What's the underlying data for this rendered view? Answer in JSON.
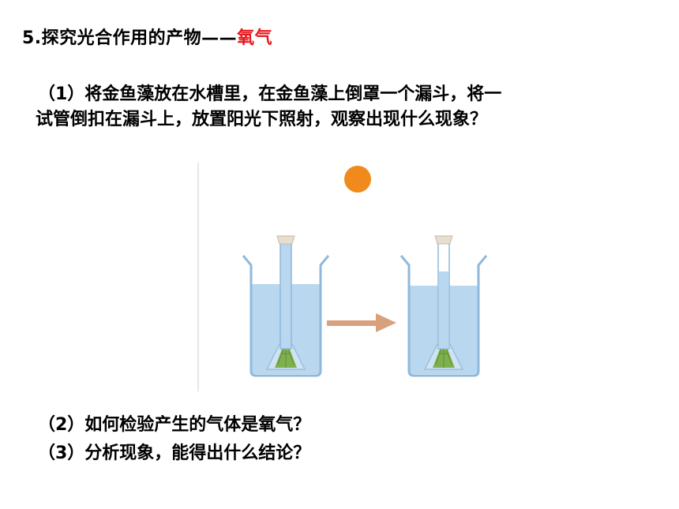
{
  "title": {
    "prefix": "5.探究光合作用的产物——",
    "highlight": "氧气"
  },
  "question1": {
    "line1": "（1）将金鱼藻放在水槽里，在金鱼藻上倒罩一个漏斗，将一",
    "line2": "试管倒扣在漏斗上，放置阳光下照射，观察出现什么现象？"
  },
  "question2": "（2）如何检验产生的气体是氧气？",
  "question3": "（3）分析现象，能得出什么结论？",
  "colors": {
    "highlight": "#e8161b",
    "sun": "#f08a1c",
    "water": "#b9d7ee",
    "beaker_outline": "#8fb9dc",
    "arrow": "#d9a07e",
    "plant": "#7fb04f"
  }
}
